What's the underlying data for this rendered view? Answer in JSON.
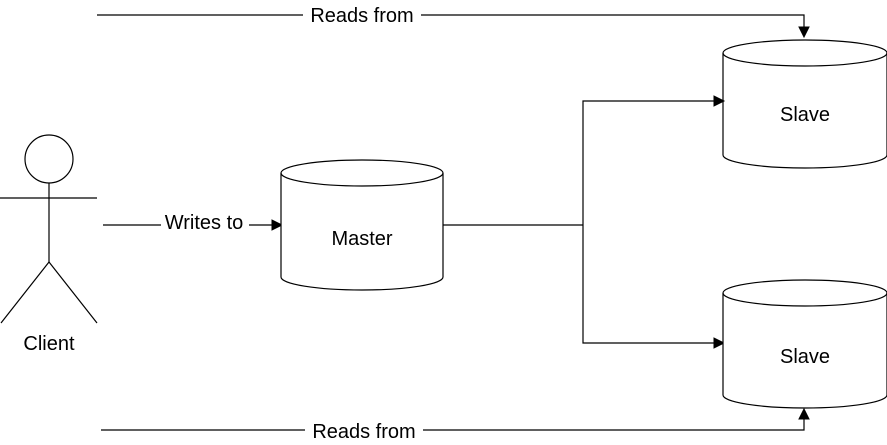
{
  "nodes": {
    "client": {
      "label": "Client",
      "shape": "actor"
    },
    "master": {
      "label": "Master",
      "shape": "database-cylinder"
    },
    "slave_top": {
      "label": "Slave",
      "shape": "database-cylinder"
    },
    "slave_bottom": {
      "label": "Slave",
      "shape": "database-cylinder"
    }
  },
  "edges": {
    "writes": {
      "label": "Writes to",
      "from": "client",
      "to": "master"
    },
    "reads_top": {
      "label": "Reads from",
      "from": "client",
      "to": "slave_top"
    },
    "reads_bottom": {
      "label": "Reads from",
      "from": "client",
      "to": "slave_bottom"
    },
    "replication": {
      "label": "",
      "from": "master",
      "to": [
        "slave_top",
        "slave_bottom"
      ]
    }
  },
  "colors": {
    "stroke": "#000000",
    "background": "#ffffff"
  }
}
